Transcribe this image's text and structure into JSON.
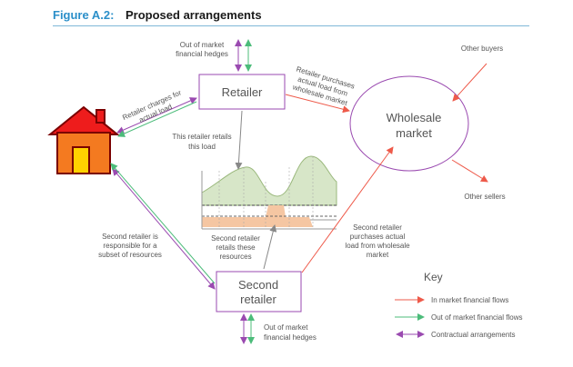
{
  "figure": {
    "number": "Figure A.2:",
    "title": "Proposed arrangements"
  },
  "nodes": {
    "retailer": "Retailer",
    "second_retailer_line1": "Second",
    "second_retailer_line2": "retailer",
    "wholesale_line1": "Wholesale",
    "wholesale_line2": "market"
  },
  "labels": {
    "hedges_top_1": "Out of market",
    "hedges_top_2": "financial hedges",
    "retailer_charges_1": "Retailer charges for",
    "retailer_charges_2": "actual load",
    "retailer_purchases_1": "Retailer purchases",
    "retailer_purchases_2": "actual load from",
    "retailer_purchases_3": "wholesale market",
    "other_buyers": "Other buyers",
    "other_sellers": "Other sellers",
    "retails_load_1": "This retailer retails",
    "retails_load_2": "this load",
    "second_responsible_1": "Second retailer is",
    "second_responsible_2": "responsible for a",
    "second_responsible_3": "subset of resources",
    "second_retails_1": "Second retailer",
    "second_retails_2": "retails these",
    "second_retails_3": "resources",
    "second_purchases_1": "Second retailer",
    "second_purchases_2": "purchases actual",
    "second_purchases_3": "load from wholesale",
    "second_purchases_4": "market",
    "hedges_bottom_1": "Out of market",
    "hedges_bottom_2": "financial hedges"
  },
  "key": {
    "title": "Key",
    "items": [
      {
        "label": "In market financial flows",
        "color": "#ee5a4a"
      },
      {
        "label": "Out of market financial flows",
        "color": "#4cbc7a"
      },
      {
        "label": "Contractual arrangements",
        "color": "#9a4ab0"
      }
    ]
  },
  "colors": {
    "in_market": "#ee5a4a",
    "out_of_market": "#4cbc7a",
    "contractual": "#9a4ab0",
    "house_roof": "#ee1c1c",
    "house_body": "#f47a20",
    "house_door": "#ffd200",
    "load_fill": "#d7e6c8",
    "resource_fill": "#f5c6a2"
  }
}
